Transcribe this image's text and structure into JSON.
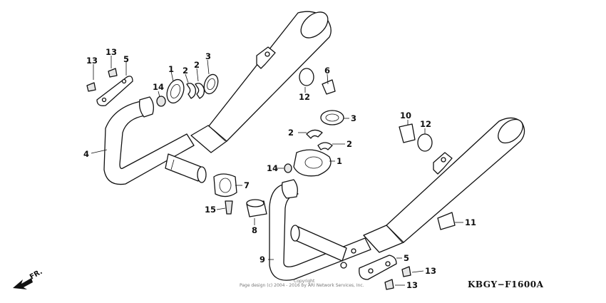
{
  "diagram": {
    "code": "KBGY−F1600A",
    "front_label": "FR.",
    "copyright_top": "Copyright",
    "copyright_line": "Page design (c) 2004 - 2016 by ARI Network Services, Inc.",
    "callouts": {
      "c1a": "1",
      "c1b": "1",
      "c2a": "2",
      "c2b": "2",
      "c2c": "2",
      "c2d": "2",
      "c3a": "3",
      "c3b": "3",
      "c4": "4",
      "c5a": "5",
      "c5b": "5",
      "c6": "6",
      "c7": "7",
      "c8": "8",
      "c9": "9",
      "c10": "10",
      "c11": "11",
      "c12a": "12",
      "c12b": "12",
      "c13a": "13",
      "c13b": "13",
      "c13c": "13",
      "c13d": "13",
      "c14a": "14",
      "c14b": "14",
      "c15": "15"
    }
  }
}
